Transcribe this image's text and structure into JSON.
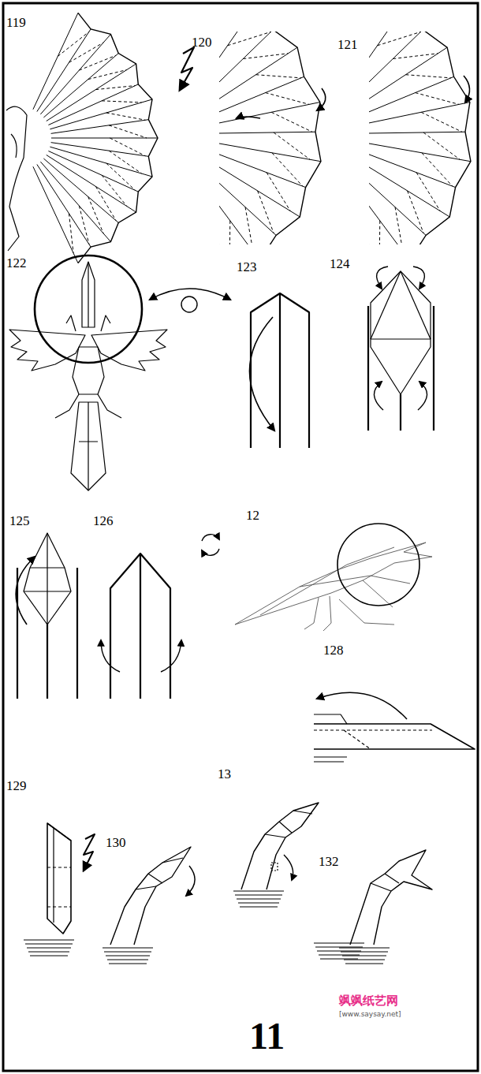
{
  "diagram": {
    "labels": [
      "119",
      "120",
      "121",
      "122",
      "123",
      "124",
      "125",
      "126",
      "12",
      "128",
      "129",
      "130",
      "13",
      "132",
      "11",
      "飒飒纸艺网",
      "[www.saysay.net]"
    ]
  }
}
